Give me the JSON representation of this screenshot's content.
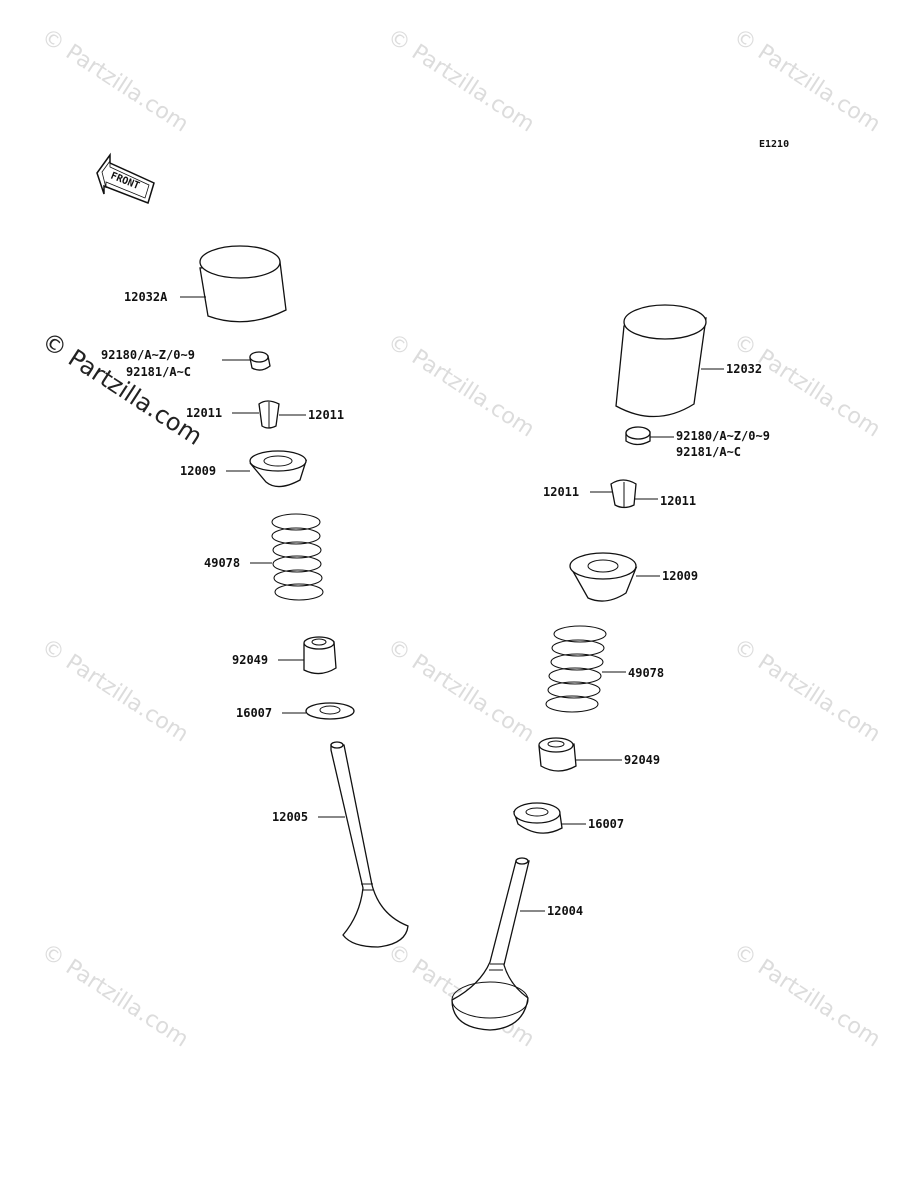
{
  "diagram_code": "E1210",
  "front_label": "FRONT",
  "watermark": "© Partzilla.com",
  "left_assembly": {
    "bucket": "12032A",
    "shim_1": "92180/A~Z/0~9",
    "shim_2": "92181/A~C",
    "cotter_left": "12011",
    "cotter_right": "12011",
    "retainer": "12009",
    "spring": "49078",
    "seal": "92049",
    "seat": "16007",
    "valve": "12005"
  },
  "right_assembly": {
    "bucket": "12032",
    "shim_1": "92180/A~Z/0~9",
    "shim_2": "92181/A~C",
    "cotter_left": "12011",
    "cotter_right": "12011",
    "retainer": "12009",
    "spring": "49078",
    "seal": "92049",
    "seat": "16007",
    "valve": "12004"
  }
}
